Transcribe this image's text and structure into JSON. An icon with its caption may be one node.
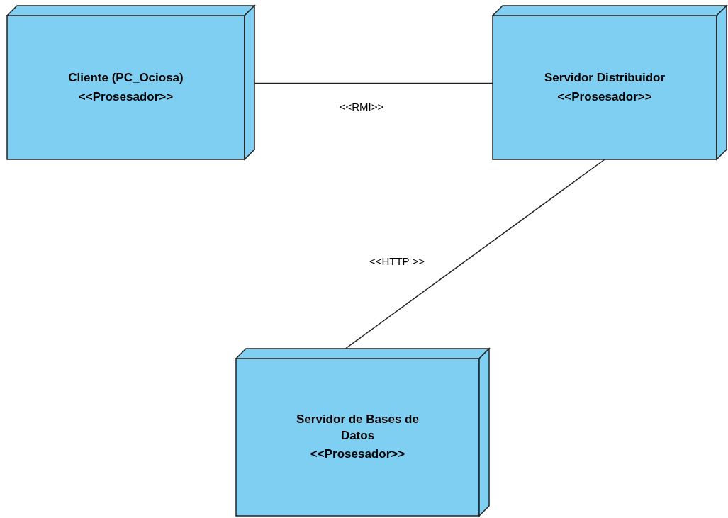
{
  "diagram": {
    "nodes": [
      {
        "text": [
          "Cliente (PC_Ociosa)",
          "<<Prosesador>>"
        ]
      },
      {
        "text": [
          "Servidor Distribuidor",
          "<<Prosesador>>"
        ]
      },
      {
        "text": [
          "Servidor de Bases de Datos",
          "<<Prosesador>>"
        ]
      }
    ],
    "edges": [
      {
        "from": 0,
        "to": 1,
        "arrow": "none",
        "label": "<<RMI>>"
      },
      {
        "from": 1,
        "to": 2,
        "arrow": "none",
        "label": "<<HTTP >>"
      }
    ]
  }
}
